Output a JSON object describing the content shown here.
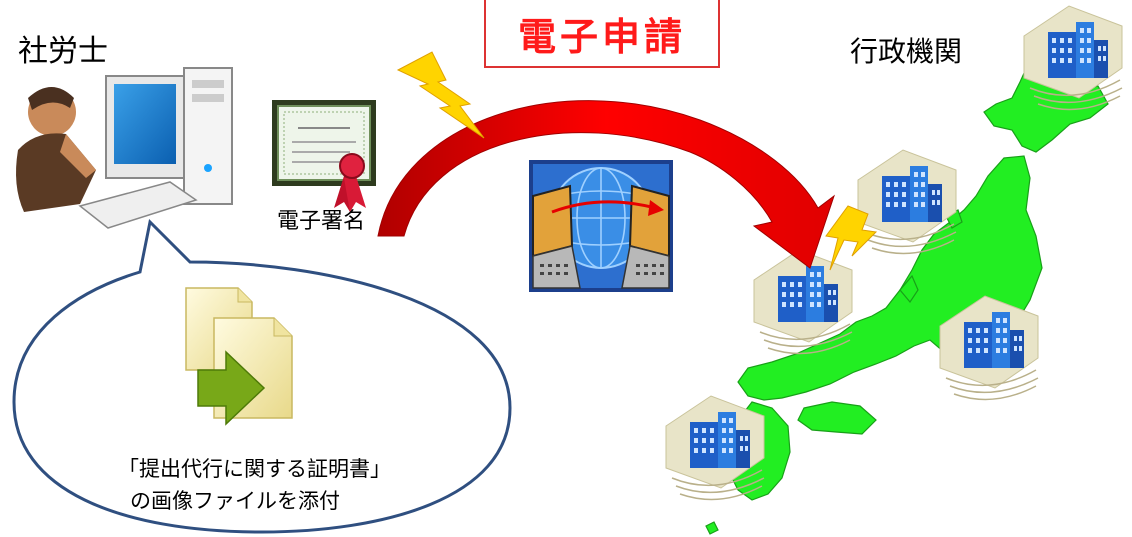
{
  "labels": {
    "sharoushi": "社労士",
    "gyousei": "行政機関",
    "title": "電子申請",
    "signature": "電子署名",
    "attachment_line1": "「提出代行に関する証明書」",
    "attachment_line2": "の画像ファイルを添付"
  },
  "icons": {
    "person": "person-at-computer-icon",
    "certificate": "certificate-with-ribbon-icon",
    "lightning": "lightning-bolt-icon",
    "network": "laptops-globe-network-icon",
    "documents": "document-transfer-icon",
    "building": "office-building-icon",
    "map": "japan-map-icon"
  },
  "colors": {
    "title_red": "#ff1a1a",
    "arrow_red": "#e60000",
    "map_green": "#22ee22",
    "bubble_outline": "#2f4f80",
    "lightning_yellow": "#ffd400"
  }
}
